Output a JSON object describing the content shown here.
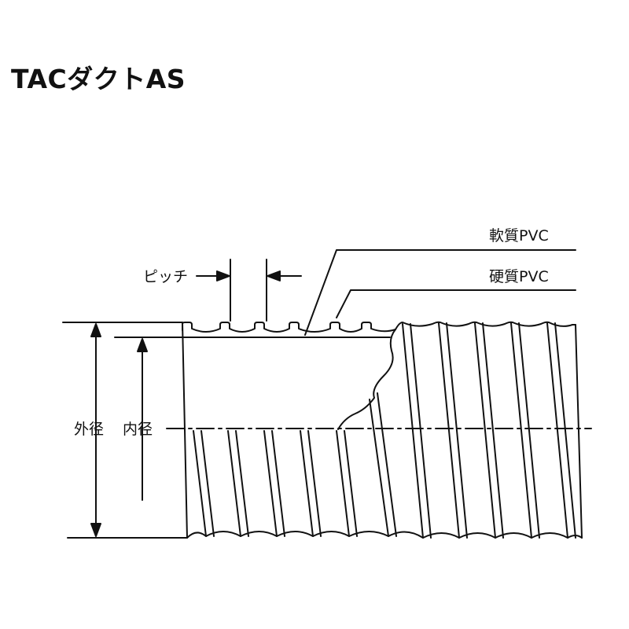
{
  "title": "TACダクトAS",
  "labels": {
    "soft_pvc": "軟質PVC",
    "hard_pvc": "硬質PVC",
    "pitch": "ピッチ",
    "outer_diameter": "外径",
    "inner_diameter": "内径"
  }
}
